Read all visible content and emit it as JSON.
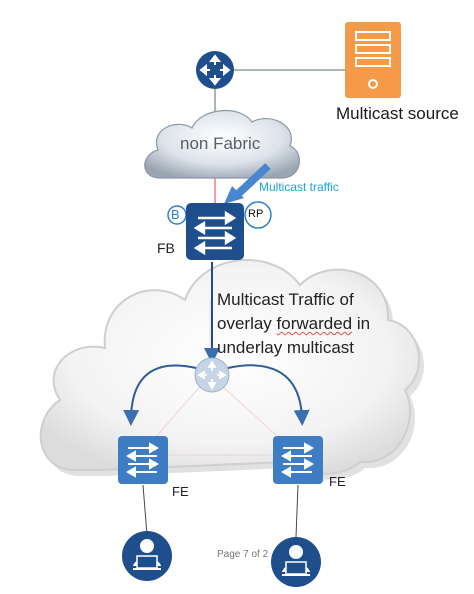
{
  "source": {
    "label": "Multicast source"
  },
  "non_fabric": {
    "label": "non Fabric"
  },
  "flow": {
    "label": "Multicast traffic"
  },
  "border": {
    "badge": "B",
    "rp_badge": "RP",
    "label": "FB"
  },
  "overlay_note": {
    "line1": "Multicast Traffic of",
    "line2_pre": "overlay ",
    "line2_mark": "forwarded",
    "line2_post": " in",
    "line3": "underlay multicast"
  },
  "edges": {
    "left_label": "FE",
    "right_label": "FE"
  },
  "page": {
    "text": "Page 7 of 2"
  },
  "icons": {
    "router": "router-icon",
    "server": "server-icon",
    "switch": "switch-icon",
    "user": "user-laptop-icon"
  },
  "colors": {
    "device_blue": "#1e4e8c",
    "switch_blue": "#3e7cc4",
    "server_orange": "#f5a050",
    "arrow_blue": "#4a7fbf",
    "accent_cyan": "#1aa6d6"
  }
}
